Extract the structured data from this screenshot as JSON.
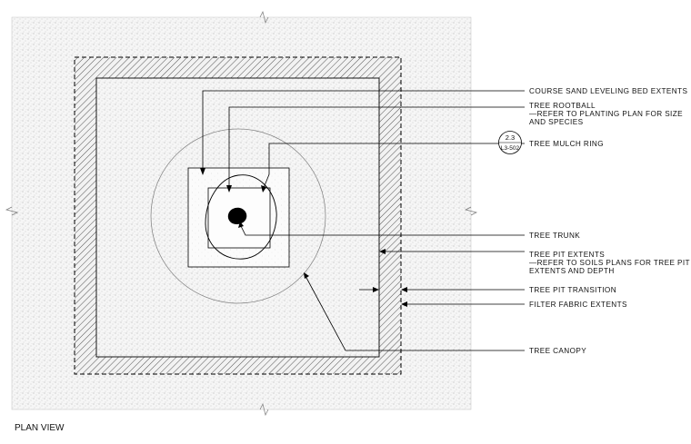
{
  "title": "PLAN VIEW",
  "labels": {
    "sand_bed": "COURSE SAND LEVELING BED EXTENTS",
    "rootball_1": "TREE ROOTBALL",
    "rootball_2": "—REFER TO PLANTING PLAN FOR SIZE",
    "rootball_3": "AND SPECIES",
    "mulch": "TREE MULCH RING",
    "trunk": "TREE TRUNK",
    "pit_1": "TREE PIT EXTENTS",
    "pit_2": "—REFER TO SOILS PLANS FOR TREE PIT",
    "pit_3": "EXTENTS AND DEPTH",
    "transition": "TREE PIT TRANSITION",
    "fabric": "FILTER FABRIC EXTENTS",
    "canopy": "TREE CANOPY"
  },
  "detail_ref": {
    "number": "2.3",
    "sheet": "L3-502"
  },
  "colors": {
    "line": "#000000",
    "hatch": "#555555",
    "stipple": "#9a9a9a"
  }
}
